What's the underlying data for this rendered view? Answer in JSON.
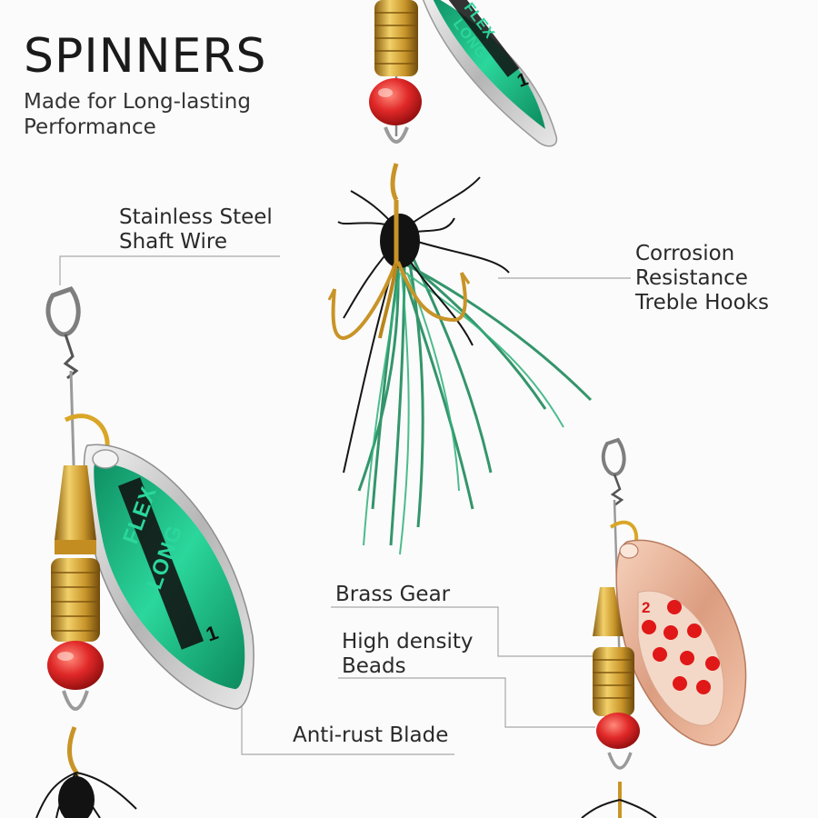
{
  "header": {
    "title": "SPINNERS",
    "subtitle_lines": [
      "Made for Long-lasting",
      "Performance"
    ]
  },
  "callouts": {
    "shaft_wire": [
      "Stainless Steel",
      "Shaft Wire"
    ],
    "treble_hooks": [
      "Corrosion",
      "Resistance",
      "Treble Hooks"
    ],
    "brass_gear": "Brass Gear",
    "beads": [
      "High density",
      "Beads"
    ],
    "blade": "Anti-rust Blade"
  },
  "blade_prints": {
    "brand_top": "FLEX",
    "brand_bottom": "LONG",
    "size_green": "1",
    "size_copper": "2"
  },
  "colors": {
    "blade_green": "#1fbf8a",
    "brass": "#d4a73a",
    "bead_red": "#e02828",
    "copper": "#e8b59a",
    "dot_red": "#e01818",
    "callout_line": "#a8a8a8"
  },
  "icons": [
    "green-willow-blade-lure",
    "copper-dotted-blade-lure",
    "treble-hook-with-feathers"
  ]
}
